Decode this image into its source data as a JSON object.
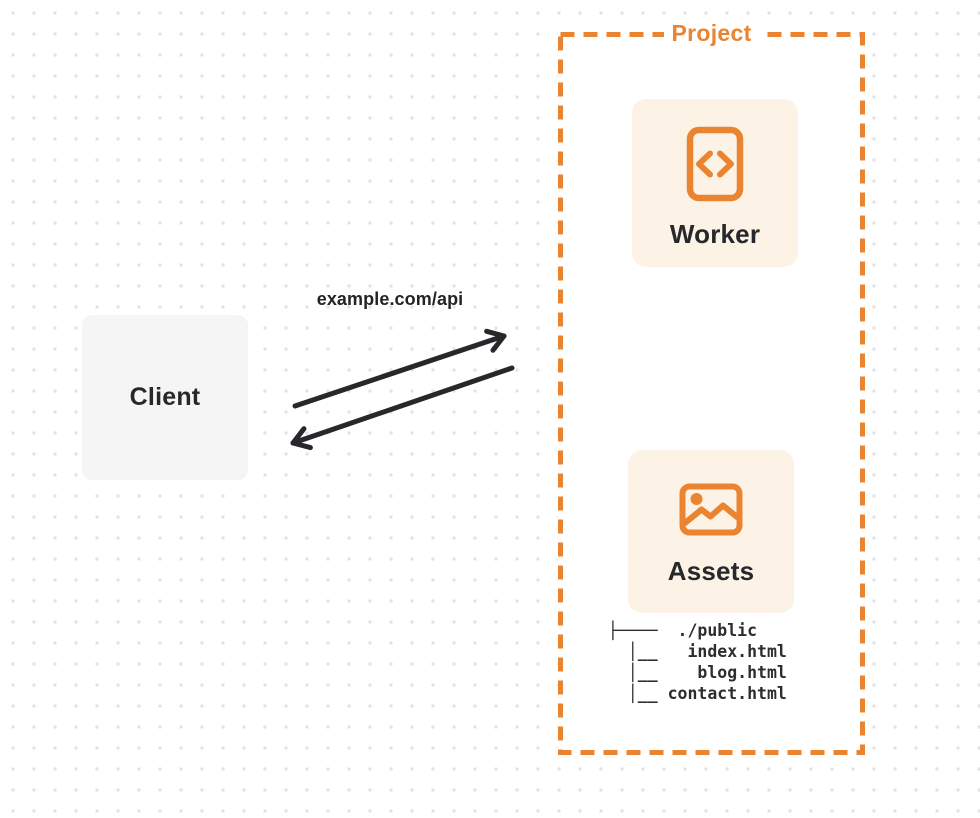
{
  "colors": {
    "accent": "#EB8430",
    "card_bg": "#FCF3E6",
    "ink": "#26282B",
    "client_bg": "#F5F5F6",
    "canvas_bg": "#FFFFFF",
    "dot": "#E4E4E6"
  },
  "client": {
    "label": "Client"
  },
  "request": {
    "label": "example.com/api"
  },
  "project": {
    "label": "Project",
    "worker": {
      "label": "Worker",
      "icon": "code-icon"
    },
    "assets": {
      "label": "Assets",
      "icon": "image-icon",
      "file_tree": "├────  ./public\n  │__   index.html\n  │__    blog.html\n  │__ contact.html"
    }
  }
}
